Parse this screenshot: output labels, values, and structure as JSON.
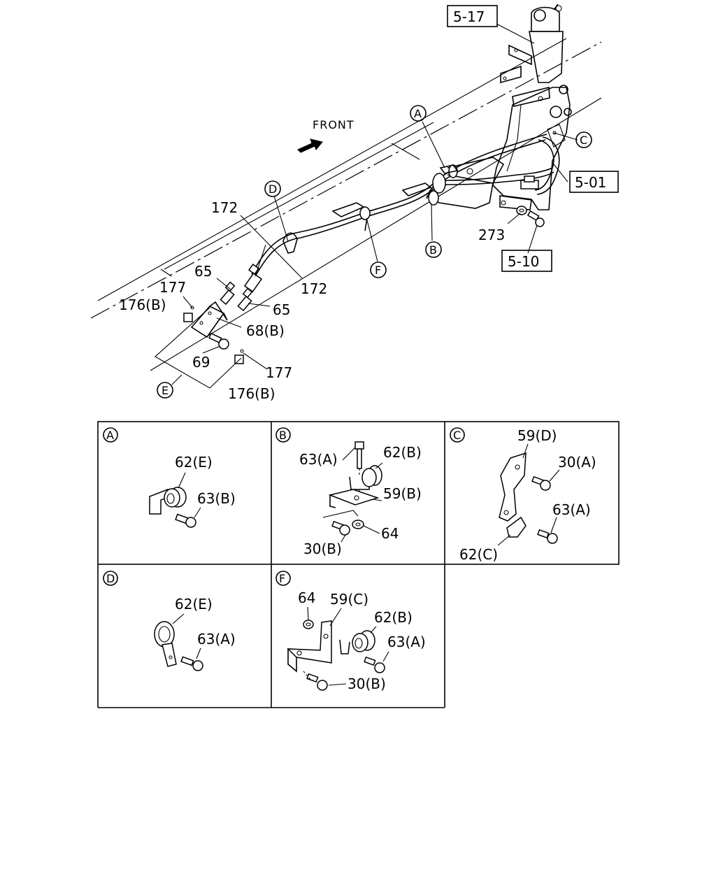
{
  "refs": {
    "ref_5_17": "5-17",
    "ref_5_01": "5-01",
    "ref_5_10": "5-10"
  },
  "front_label": "FRONT",
  "main_labels": {
    "l172a": "172",
    "l172b": "172",
    "l65a": "65",
    "l65b": "65",
    "l177a": "177",
    "l176a": "176(B)",
    "l68b": "68(B)",
    "l69": "69",
    "l177b": "177",
    "l176b": "176(B)",
    "l273": "273"
  },
  "callouts": {
    "A": "A",
    "B": "B",
    "C": "C",
    "D": "D",
    "E": "E",
    "F": "F"
  },
  "panels": {
    "A": {
      "tag": "A",
      "labels": {
        "p1": "62(E)",
        "p2": "63(B)"
      }
    },
    "B": {
      "tag": "B",
      "labels": {
        "p1": "63(A)",
        "p2": "62(B)",
        "p3": "59(B)",
        "p4": "64",
        "p5": "30(B)"
      }
    },
    "C": {
      "tag": "C",
      "labels": {
        "p1": "59(D)",
        "p2": "30(A)",
        "p3": "63(A)",
        "p4": "62(C)"
      }
    },
    "D": {
      "tag": "D",
      "labels": {
        "p1": "62(E)",
        "p2": "63(A)"
      }
    },
    "F": {
      "tag": "F",
      "labels": {
        "p1": "64",
        "p2": "59(C)",
        "p3": "62(B)",
        "p4": "63(A)",
        "p5": "30(B)"
      }
    }
  }
}
